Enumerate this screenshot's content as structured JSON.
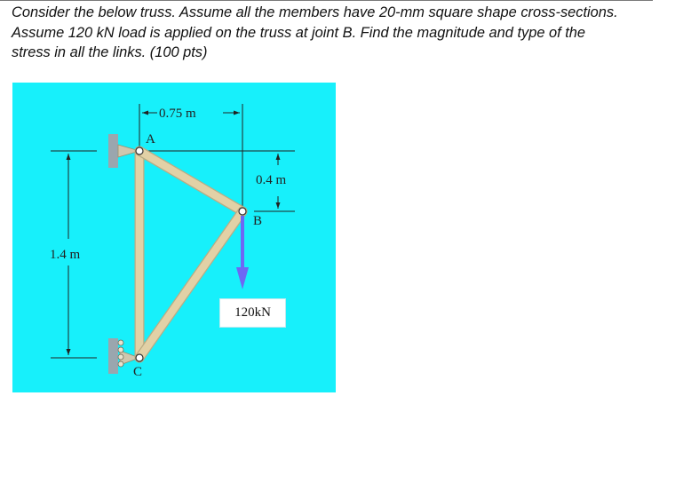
{
  "problem": {
    "lines": [
      "Consider the below truss. Assume all the members have 20-mm square shape cross-sections.",
      "Assume 120 kN load is applied on the truss at joint B. Find the magnitude and type of the",
      "stress in all the links.  (100 pts)"
    ]
  },
  "figure": {
    "joints": {
      "a": "A",
      "b": "B",
      "c": "C"
    },
    "dimensions": {
      "horizontal": "0.75 m",
      "vertical_small": "0.4 m",
      "vertical_total": "1.4 m"
    },
    "load_label": "120kN",
    "colors": {
      "background": "#17F0FB",
      "member": "#E2D1A6",
      "load_arrow": "#6E67F4",
      "support": "#9AA6AE"
    }
  }
}
